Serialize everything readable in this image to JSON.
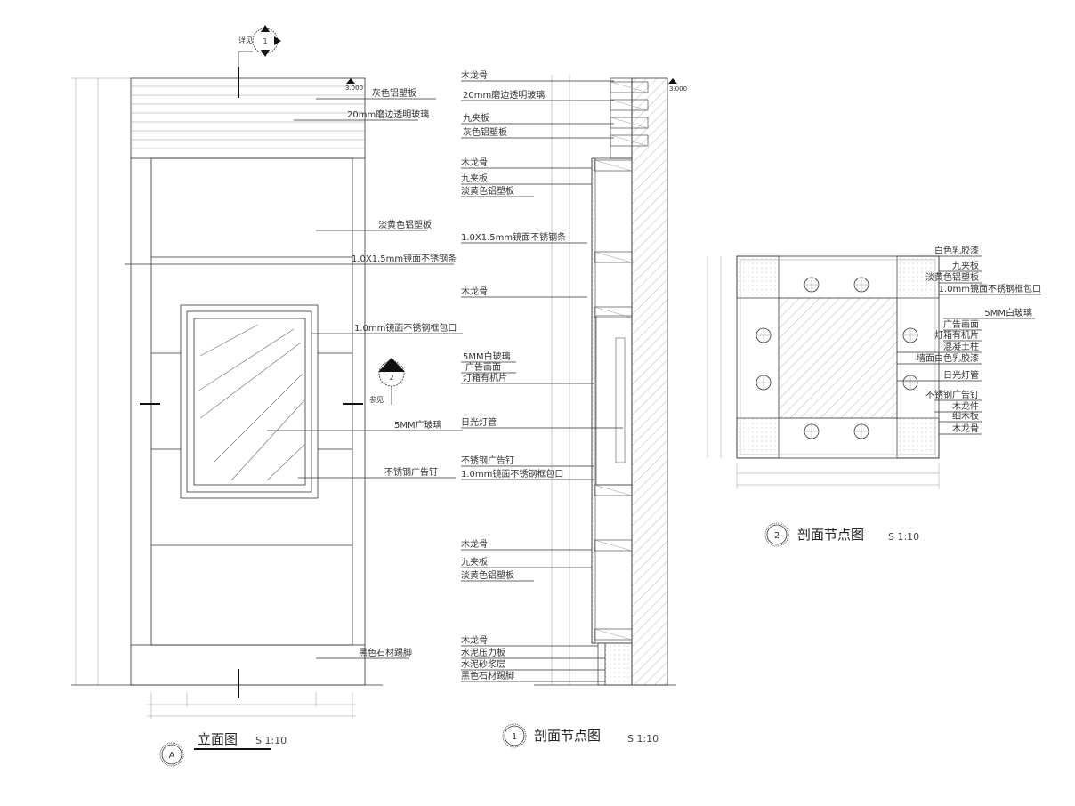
{
  "elevation": {
    "title": "立面图",
    "scale": "S 1:10",
    "marker": "A",
    "level": "3.000",
    "section_ref_label": "详见",
    "section_ref_number": "1",
    "detail_ref_label": "参见",
    "detail_ref_number": "2",
    "labels": [
      "灰色铝塑板",
      "20mm磨边透明玻璃",
      "淡黄色铝塑板",
      "1.0X1.5mm镜面不锈钢条",
      "1.0mm镜面不锈钢框包口",
      "5MM广玻璃",
      "不锈钢广告钉",
      "黑色石材踢脚"
    ]
  },
  "section1": {
    "title": "剖面节点图",
    "scale": "S 1:10",
    "marker": "1",
    "level": "3.000",
    "labels": [
      "木龙骨",
      "20mm磨边透明玻璃",
      "九夹板",
      "灰色铝塑板",
      "木龙骨",
      "九夹板",
      "淡黄色铝塑板",
      "1.0X1.5mm镜面不锈钢条",
      "木龙骨",
      "5MM白玻璃",
      "广告画面",
      "灯箱有机片",
      "日光灯管",
      "不锈钢广告钉",
      "1.0mm镜面不锈钢框包口",
      "木龙骨",
      "九夹板",
      "淡黄色铝塑板",
      "木龙骨",
      "水泥压力板",
      "水泥砂浆层",
      "黑色石材踢脚"
    ]
  },
  "section2": {
    "title": "剖面节点图",
    "scale": "S 1:10",
    "marker": "2",
    "labels": [
      "白色乳胶漆",
      "九夹板",
      "淡黄色铝塑板",
      "1.0mm镜面不锈钢框包口",
      "5MM白玻璃",
      "广告画面",
      "灯箱有机片",
      "混凝土柱",
      "墙面白色乳胶漆",
      "日光灯管",
      "不锈钢广告钉",
      "木龙件",
      "细木板",
      "木龙骨"
    ]
  }
}
